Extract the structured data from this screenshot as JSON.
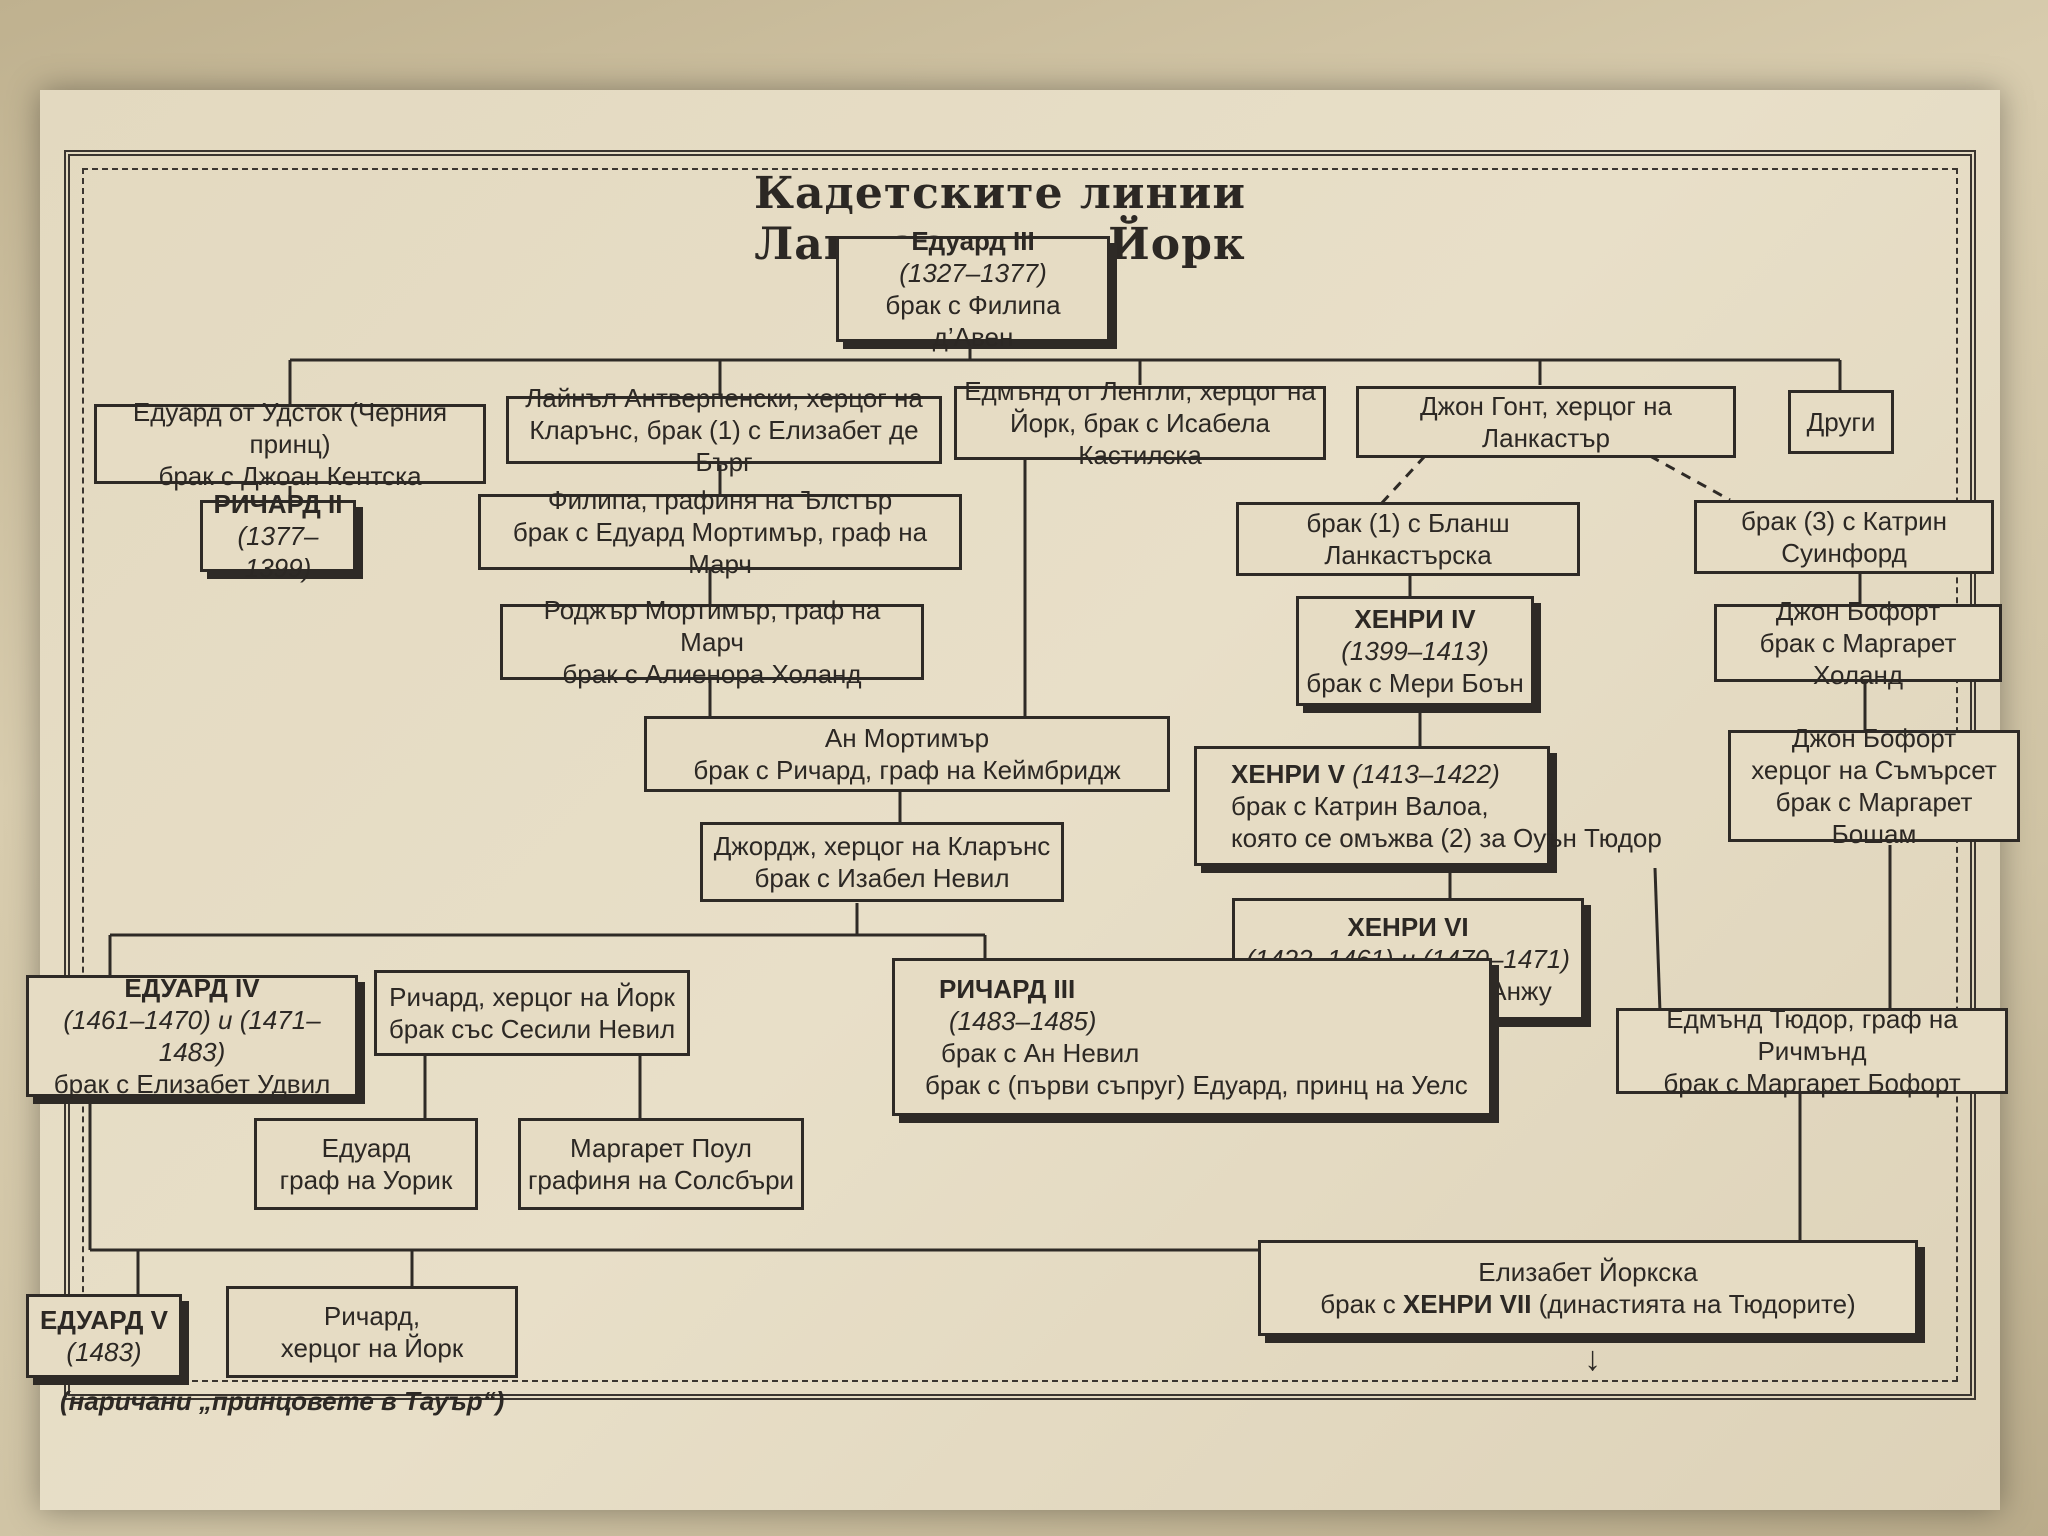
{
  "title": "Кадетските линии Ланкастър и Йорк",
  "nodes": {
    "edward3": {
      "name": "Едуард III",
      "dates": "(1327–1377)",
      "note": "брак с Филипа д’Авен"
    },
    "black_prince": {
      "line1": "Едуард от Удсток (Черния принц)",
      "line2": "брак с Джоан Кентска"
    },
    "lionel": {
      "line1": "Лайнъл Антверпенски, херцог на",
      "line2": "Кларънс, брак (1) с Елизабет де Бърг"
    },
    "edmund_langley": {
      "line1": "Едмънд от Ленгли, херцог на",
      "line2": "Йорк, брак с Исабела Кастилска"
    },
    "john_gaunt": {
      "line1": "Джон Гонт, херцог на Ланкастър"
    },
    "others": {
      "line1": "Други"
    },
    "richard2": {
      "name": "РИЧАРД II",
      "dates": "(1377–1399)"
    },
    "philippa": {
      "line1": "Филипа, графиня на Ълстър",
      "line2": "брак с Едуард Мортимър, граф на Марч"
    },
    "roger": {
      "line1": "Роджър Мортимър, граф на Марч",
      "line2": "брак с Алиенора Холанд"
    },
    "anne_mortimer": {
      "line1": "Ан Мортимър",
      "line2": "брак с Ричард, граф на Кеймбридж"
    },
    "george": {
      "line1": "Джордж, херцог на Кларънс",
      "line2": "брак с Изабел Невил"
    },
    "blanche": {
      "line1": "брак (1) с Бланш",
      "line2": "Ланкастърска"
    },
    "katherine_s": {
      "line1": "брак (3) с Катрин",
      "line2": "Суинфорд"
    },
    "henry4": {
      "name": "ХЕНРИ IV",
      "dates": "(1399–1413)",
      "note": "брак с Мери Боън"
    },
    "beaufort1": {
      "line1": "Джон Бофорт",
      "line2": "брак с Маргарет Холанд"
    },
    "henry5": {
      "name": "ХЕНРИ V",
      "dates": "(1413–1422)",
      "note1": "брак с Катрин Валоа,",
      "note2": "която се омъжва (2) за Оуън Тюдор"
    },
    "beaufort2": {
      "line1": "Джон Бофорт",
      "line2": "херцог на Съмърсет",
      "line3": "брак с Маргарет Бошам"
    },
    "henry6": {
      "name": "ХЕНРИ VI",
      "dates": "(1422–1461) и (1470–1471)",
      "note": "брак с Маргарет д’Анжу"
    },
    "edmund_tudor": {
      "line1": "Едмънд Тюдор, граф на Ричмънд",
      "line2": "брак с Маргарет Бофорт"
    },
    "edward4": {
      "name": "ЕДУАРД IV",
      "dates": "(1461–1470) и (1471–1483)",
      "note": "брак с Елизабет Удвил"
    },
    "richard_york": {
      "line1": "Ричард, херцог на Йорк",
      "line2": "брак със Сесили Невил"
    },
    "richard3": {
      "name": "РИЧАРД III",
      "dates": "(1483–1485)",
      "note1": "брак с Ан Невил",
      "note2": "брак с (първи съпруг) Едуард, принц на Уелс"
    },
    "edward_warwick": {
      "line1": "Едуард",
      "line2": "граф на Уорик"
    },
    "margaret_pole": {
      "line1": "Маргарет Поул",
      "line2": "графиня на Солсбъри"
    },
    "elizabeth_york": {
      "line1": "Елизабет Йоркска",
      "line2_prefix": "брак с ",
      "line2_name": "ХЕНРИ VII",
      "line2_suffix": " (династията на Тюдорите)"
    },
    "edward5": {
      "name": "ЕДУАРД V",
      "dates": "(1483)"
    },
    "richard_duke": {
      "line1": "Ричард,",
      "line2": "херцог на Йорк"
    }
  },
  "caption": "(наричани „принцовете в Тауър“)",
  "arrow": "↓"
}
